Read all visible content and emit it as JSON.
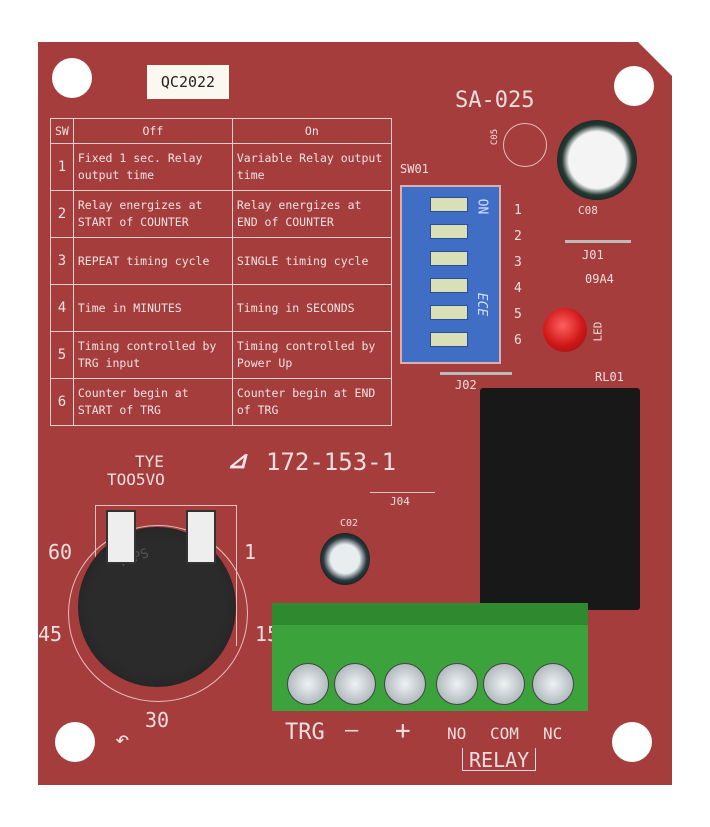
{
  "board": {
    "label": "QC2022",
    "model": "SA-025",
    "part_number": "172-153-1",
    "pot_brand": "TYE",
    "pot_model": "TOO5VO",
    "knob_text": "TOPS",
    "designators": {
      "cap_small_pad": "C05",
      "cap_large": "C08",
      "switch": "SW01",
      "jumper1": "J01",
      "code": "09A4",
      "led": "LED",
      "jumper2": "J02",
      "relay": "RL01",
      "jumper4": "J04",
      "cap_small": "C02"
    },
    "dip_numbers": [
      "1",
      "2",
      "3",
      "4",
      "5",
      "6"
    ],
    "dip_on": "ON",
    "dip_brand": "ECE",
    "dial_marks": [
      "60",
      "1",
      "45",
      "15",
      "30"
    ],
    "terminals": [
      "TRG",
      "—",
      "+",
      "NO",
      "COM",
      "NC"
    ],
    "relay_label": "RELAY"
  },
  "table": {
    "headers": [
      "SW",
      "Off",
      "On"
    ],
    "rows": [
      [
        "1",
        "Fixed 1 sec. Relay output time",
        "Variable Relay output time"
      ],
      [
        "2",
        "Relay energizes at START of COUNTER",
        "Relay energizes at END of COUNTER"
      ],
      [
        "3",
        "REPEAT timing cycle",
        "SINGLE timing cycle"
      ],
      [
        "4",
        "Time in MINUTES",
        "Timing in SECONDS"
      ],
      [
        "5",
        "Timing controlled by TRG input",
        "Timing controlled by Power Up"
      ],
      [
        "6",
        "Counter begin at START of TRG",
        "Counter begin at END of TRG"
      ]
    ]
  },
  "colors": {
    "pcb": "#a53d3c",
    "terminal": "#3ca33c",
    "dip": "#3f6ec4",
    "led": "#d01818"
  }
}
